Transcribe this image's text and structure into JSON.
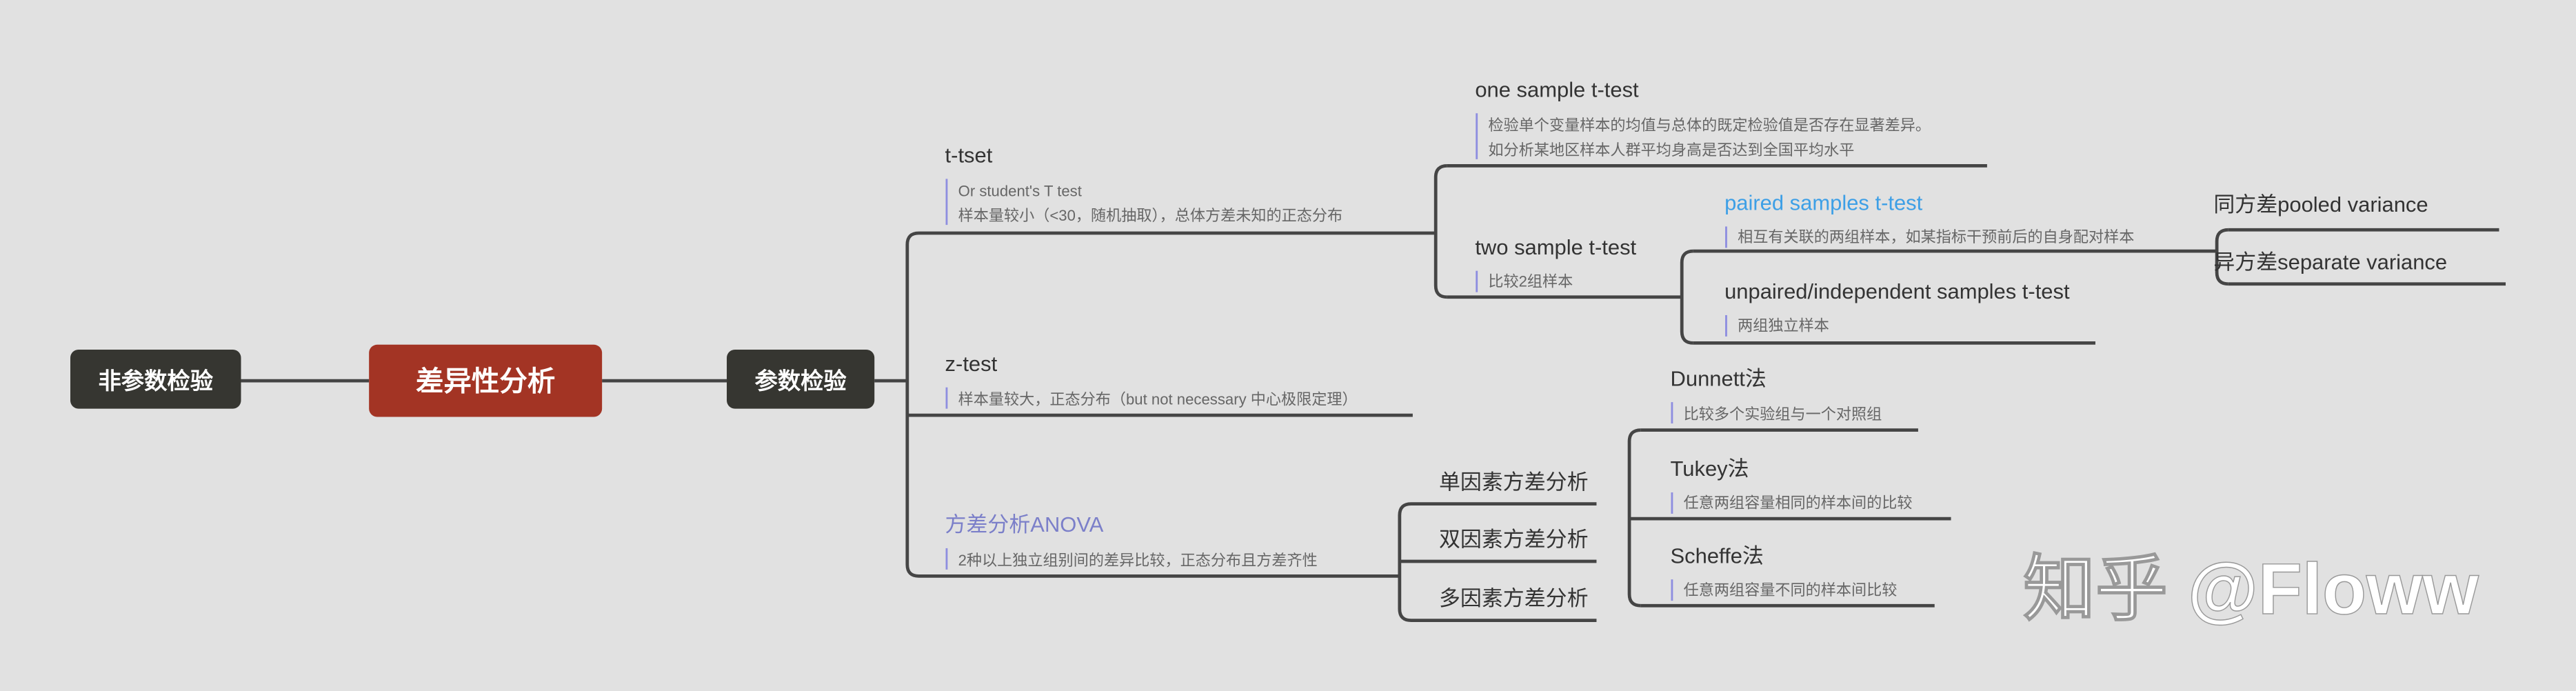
{
  "root": {
    "label": "差异性分析",
    "color": "#a33424"
  },
  "left": {
    "label": "非参数检验"
  },
  "right": {
    "label": "参数检验"
  },
  "t_test": {
    "title": "t-tset",
    "notes": [
      "Or student's T test",
      "样本量较小（<30，随机抽取），总体方差未知的正态分布"
    ]
  },
  "one_sample": {
    "title": "one sample t-test",
    "notes": [
      "检验单个变量样本的均值与总体的既定检验值是否存在显著差异。",
      "如分析某地区样本人群平均身高是否达到全国平均水平"
    ]
  },
  "two_sample": {
    "title": "two sample t-test",
    "notes": [
      "比较2组样本"
    ]
  },
  "paired": {
    "title": "paired samples t-test",
    "notes": [
      "相互有关联的两组样本，如某指标干预前后的自身配对样本"
    ],
    "color": "#3d9fe6"
  },
  "unpaired": {
    "title": "unpaired/independent samples t-test",
    "notes": [
      "两组独立样本"
    ]
  },
  "pooled": {
    "title": "同方差pooled variance"
  },
  "separate": {
    "title": "异方差separate variance"
  },
  "z_test": {
    "title": "z-test",
    "notes": [
      "样本量较大，正态分布（but not necessary 中心极限定理）"
    ]
  },
  "anova": {
    "title": "方差分析ANOVA",
    "notes": [
      "2种以上独立组别间的差异比较，正态分布且方差齐性"
    ],
    "color": "#7b7fc9"
  },
  "one_way": {
    "title": "单因素方差分析"
  },
  "two_way": {
    "title": "双因素方差分析"
  },
  "multi_way": {
    "title": "多因素方差分析"
  },
  "dunnett": {
    "title": "Dunnett法",
    "notes": [
      "比较多个实验组与一个对照组"
    ]
  },
  "tukey": {
    "title": "Tukey法",
    "notes": [
      "任意两组容量相同的样本间的比较"
    ]
  },
  "scheffe": {
    "title": "Scheffe法",
    "notes": [
      "任意两组容量不同的样本间比较"
    ]
  },
  "watermark": "知乎 @Floww"
}
